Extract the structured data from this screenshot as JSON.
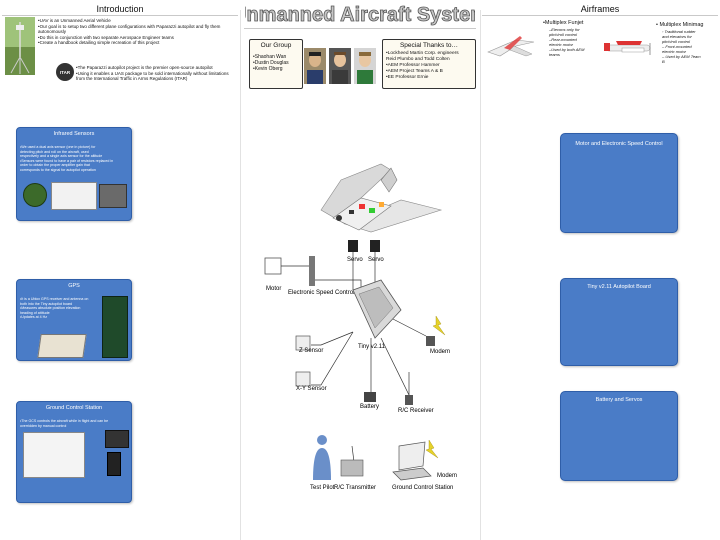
{
  "title": "Unmanned Aircraft System",
  "sections": {
    "introduction": "Introduction",
    "airframes": "Airframes"
  },
  "intro": {
    "bullets": [
      "•UAV is an Unmanned Aerial Vehicle",
      "•Our goal is to setup two different plane configurations with Paparazzi autopilot and fly them",
      "  autonomously",
      "•Do this in conjunction with two separate Aerospace Engineer teams",
      "•Create a handbook detailing simple recreation of this project"
    ],
    "itar_bullets": [
      "•The Paparazzi autopilot project is the premier open-source autopilot",
      "•Using it enables a UAS package to be sold internationally without limitations",
      "  from the International Traffic in Arms Regulations (ITAR)"
    ],
    "itar_logo": "ITAR"
  },
  "group": {
    "title": "Our Group",
    "members": [
      "•Shaohan Wan",
      "•Dustin Douglas",
      "•Kevin Oberg"
    ]
  },
  "thanks": {
    "title": "Special Thanks to…",
    "items": [
      "•Lockheed Martin Corp. engineers",
      "  Reid Plumbo and Todd Colten",
      "•AEM Professor Hammer",
      "•AEM Project Teams A & B",
      "•EE Professor Ernie"
    ]
  },
  "airframes": {
    "funjet_title": "•Multiplex Funjet",
    "funjet_bullets": [
      "–Elevons only for",
      "  pitch/roll control",
      "–Rear-mounted",
      "  electric motor",
      "–Used by both AEM",
      "  teams"
    ],
    "minimag_title": "•  Multiplex Minimag",
    "minimag_bullets": [
      "◦  Traditional rudder",
      "   and elevators for",
      "   pitch/roll control",
      "–  Front-mounted",
      "   electric motor",
      "–  Used by AEM Team",
      "   B"
    ]
  },
  "left_panels": {
    "infrared": {
      "title": "Infrared Sensors",
      "text": [
        "•We used a dual axis sensor (one in picture) for",
        " detecting pitch and roll on the aircraft, used",
        " respectively and a single axis sensor for the altitude",
        "•Sensors were found to have a pair of resistors replaced in",
        " order to obtain the proper amplifier gain that",
        " corresponds to the signal for autopilot operation"
      ]
    },
    "gps": {
      "title": "GPS",
      "text": [
        "•It is a Ublox GPS receiver and antenna on",
        " both into the Tiny autopilot board",
        "•Measures absolute position elevation",
        "  heading of attitude",
        "•Updates at 4 Hz"
      ]
    },
    "ground": {
      "title": "Ground Control Station",
      "text": [
        "•The GCS controls the aircraft while in flight and can be",
        " overridden by manual control"
      ]
    }
  },
  "right_panels": {
    "motor": "Motor and Electronic Speed Control",
    "tiny": "Tiny v2.11 Autopilot Board",
    "battery": "Battery and Servos"
  },
  "diagram": {
    "servo1": "Servo",
    "servo2": "Servo",
    "motor": "Motor",
    "esc": "Electronic Speed Control",
    "tiny": "Tiny v2.11",
    "modem": "Modem",
    "z_sensor": "Z Sensor",
    "xy_sensor": "X-Y Sensor",
    "battery": "Battery",
    "rc_receiver": "R/C Receiver",
    "test_pilot": "Test Pilot",
    "rc_transmitter": "R/C Transmitter",
    "ground_station": "Ground Control Station",
    "modem2": "Modem"
  },
  "colors": {
    "panel_blue": "#4a7cc7",
    "title_fill": "#c7c7c7",
    "lightning": "#e6d22a"
  }
}
